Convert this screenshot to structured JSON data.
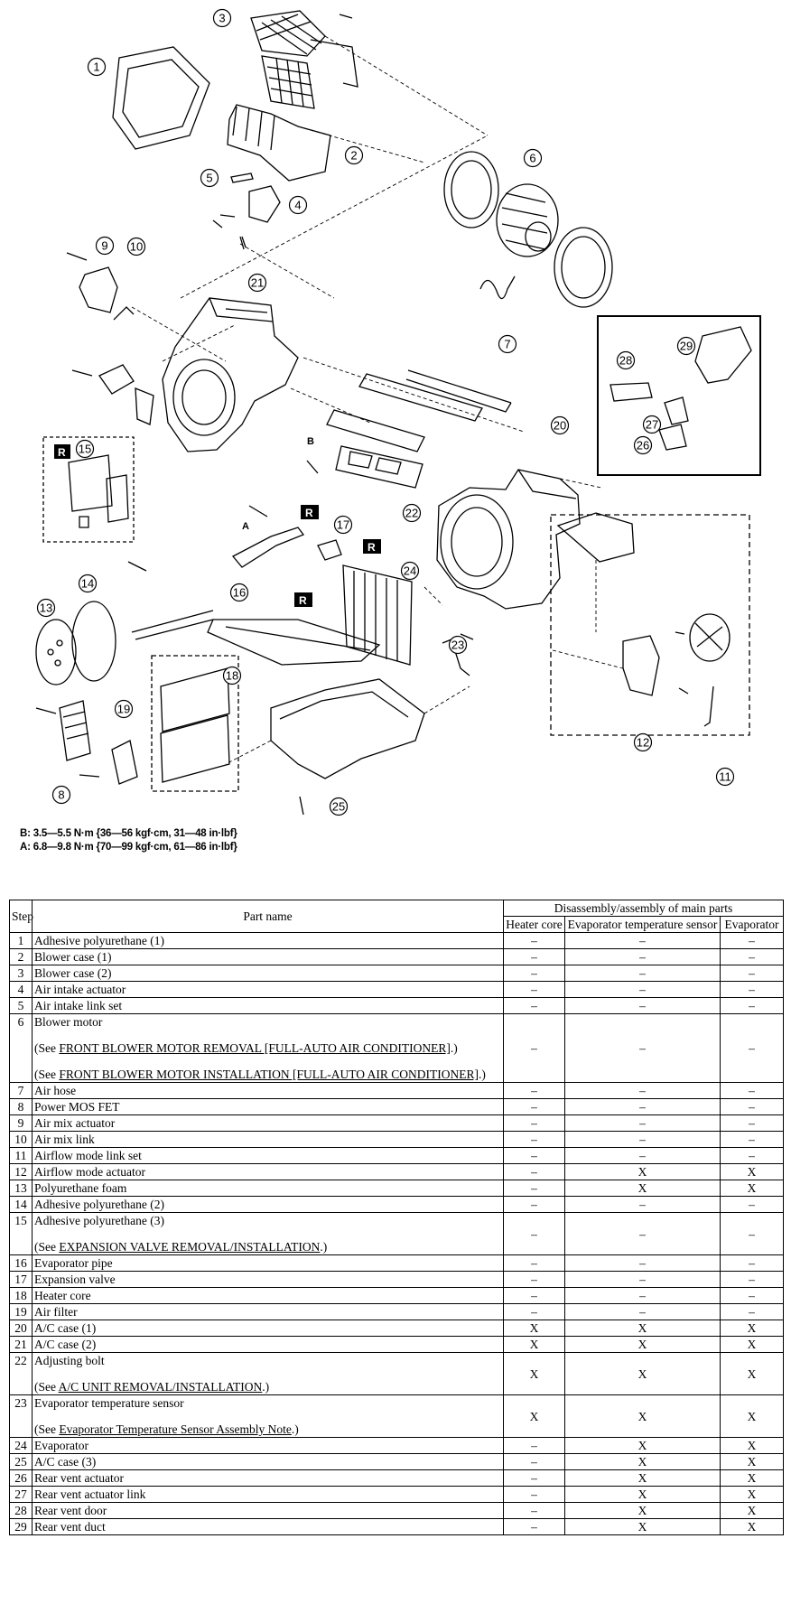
{
  "diagram": {
    "callouts": [
      "1",
      "2",
      "3",
      "4",
      "5",
      "6",
      "7",
      "8",
      "9",
      "10",
      "11",
      "12",
      "13",
      "14",
      "15",
      "16",
      "17",
      "18",
      "19",
      "20",
      "21",
      "22",
      "23",
      "24",
      "25",
      "26",
      "27",
      "28",
      "29"
    ],
    "letters": {
      "a": "A",
      "b": "B",
      "r": "R"
    }
  },
  "torque": {
    "b": "B: 3.5—5.5 N·m {36—56 kgf·cm, 31—48 in·lbf}",
    "a": "A: 6.8—9.8 N·m {70—99 kgf·cm, 61—86 in·lbf}"
  },
  "table": {
    "headers": {
      "step": "Step",
      "part_name": "Part name",
      "group": "Disassembly/assembly of main parts",
      "heater_core": "Heater core",
      "evap_sensor": "Evaporator temperature sensor",
      "evaporator": "Evaporator"
    },
    "rows": [
      {
        "step": "1",
        "name": "Adhesive polyurethane (1)",
        "h": "–",
        "s": "–",
        "e": "–"
      },
      {
        "step": "2",
        "name": "Blower case (1)",
        "h": "–",
        "s": "–",
        "e": "–"
      },
      {
        "step": "3",
        "name": "Blower case (2)",
        "h": "–",
        "s": "–",
        "e": "–"
      },
      {
        "step": "4",
        "name": "Air intake actuator",
        "h": "–",
        "s": "–",
        "e": "–"
      },
      {
        "step": "5",
        "name": "Air intake link set",
        "h": "–",
        "s": "–",
        "e": "–"
      },
      {
        "step": "6",
        "name": "Blower motor",
        "h": "–",
        "s": "–",
        "e": "–",
        "notes": [
          {
            "pre": "(See ",
            "link": "FRONT BLOWER MOTOR REMOVAL [FULL-AUTO AIR CONDITIONER]",
            "post": ".)"
          },
          {
            "pre": "(See ",
            "link": "FRONT BLOWER MOTOR INSTALLATION [FULL-AUTO AIR CONDITIONER]",
            "post": ".)"
          }
        ]
      },
      {
        "step": "7",
        "name": "Air hose",
        "h": "–",
        "s": "–",
        "e": "–"
      },
      {
        "step": "8",
        "name": "Power MOS FET",
        "h": "–",
        "s": "–",
        "e": "–"
      },
      {
        "step": "9",
        "name": "Air mix actuator",
        "h": "–",
        "s": "–",
        "e": "–"
      },
      {
        "step": "10",
        "name": "Air mix link",
        "h": "–",
        "s": "–",
        "e": "–"
      },
      {
        "step": "11",
        "name": "Airflow mode link set",
        "h": "–",
        "s": "–",
        "e": "–"
      },
      {
        "step": "12",
        "name": "Airflow mode actuator",
        "h": "–",
        "s": "X",
        "e": "X"
      },
      {
        "step": "13",
        "name": "Polyurethane foam",
        "h": "–",
        "s": "X",
        "e": "X"
      },
      {
        "step": "14",
        "name": "Adhesive polyurethane (2)",
        "h": "–",
        "s": "–",
        "e": "–"
      },
      {
        "step": "15",
        "name": "Adhesive polyurethane (3)",
        "h": "–",
        "s": "–",
        "e": "–",
        "notes": [
          {
            "pre": "(See ",
            "link": "EXPANSION VALVE REMOVAL/INSTALLATION",
            "post": ".)"
          }
        ]
      },
      {
        "step": "16",
        "name": "Evaporator pipe",
        "h": "–",
        "s": "–",
        "e": "–"
      },
      {
        "step": "17",
        "name": "Expansion valve",
        "h": "–",
        "s": "–",
        "e": "–"
      },
      {
        "step": "18",
        "name": "Heater core",
        "h": "–",
        "s": "–",
        "e": "–"
      },
      {
        "step": "19",
        "name": "Air filter",
        "h": "–",
        "s": "–",
        "e": "–"
      },
      {
        "step": "20",
        "name": "A/C case (1)",
        "h": "X",
        "s": "X",
        "e": "X"
      },
      {
        "step": "21",
        "name": "A/C case (2)",
        "h": "X",
        "s": "X",
        "e": "X"
      },
      {
        "step": "22",
        "name": "Adjusting bolt",
        "h": "X",
        "s": "X",
        "e": "X",
        "notes": [
          {
            "pre": "(See ",
            "link": "A/C UNIT REMOVAL/INSTALLATION",
            "post": ".)"
          }
        ]
      },
      {
        "step": "23",
        "name": "Evaporator temperature sensor",
        "h": "X",
        "s": "X",
        "e": "X",
        "notes": [
          {
            "pre": "(See ",
            "link": "Evaporator Temperature Sensor Assembly Note",
            "post": ".)"
          }
        ]
      },
      {
        "step": "24",
        "name": "Evaporator",
        "h": "–",
        "s": "X",
        "e": "X"
      },
      {
        "step": "25",
        "name": "A/C case (3)",
        "h": "–",
        "s": "X",
        "e": "X"
      },
      {
        "step": "26",
        "name": "Rear vent actuator",
        "h": "–",
        "s": "X",
        "e": "X"
      },
      {
        "step": "27",
        "name": "Rear vent actuator link",
        "h": "–",
        "s": "X",
        "e": "X"
      },
      {
        "step": "28",
        "name": "Rear vent door",
        "h": "–",
        "s": "X",
        "e": "X"
      },
      {
        "step": "29",
        "name": "Rear vent duct",
        "h": "–",
        "s": "X",
        "e": "X"
      }
    ]
  }
}
